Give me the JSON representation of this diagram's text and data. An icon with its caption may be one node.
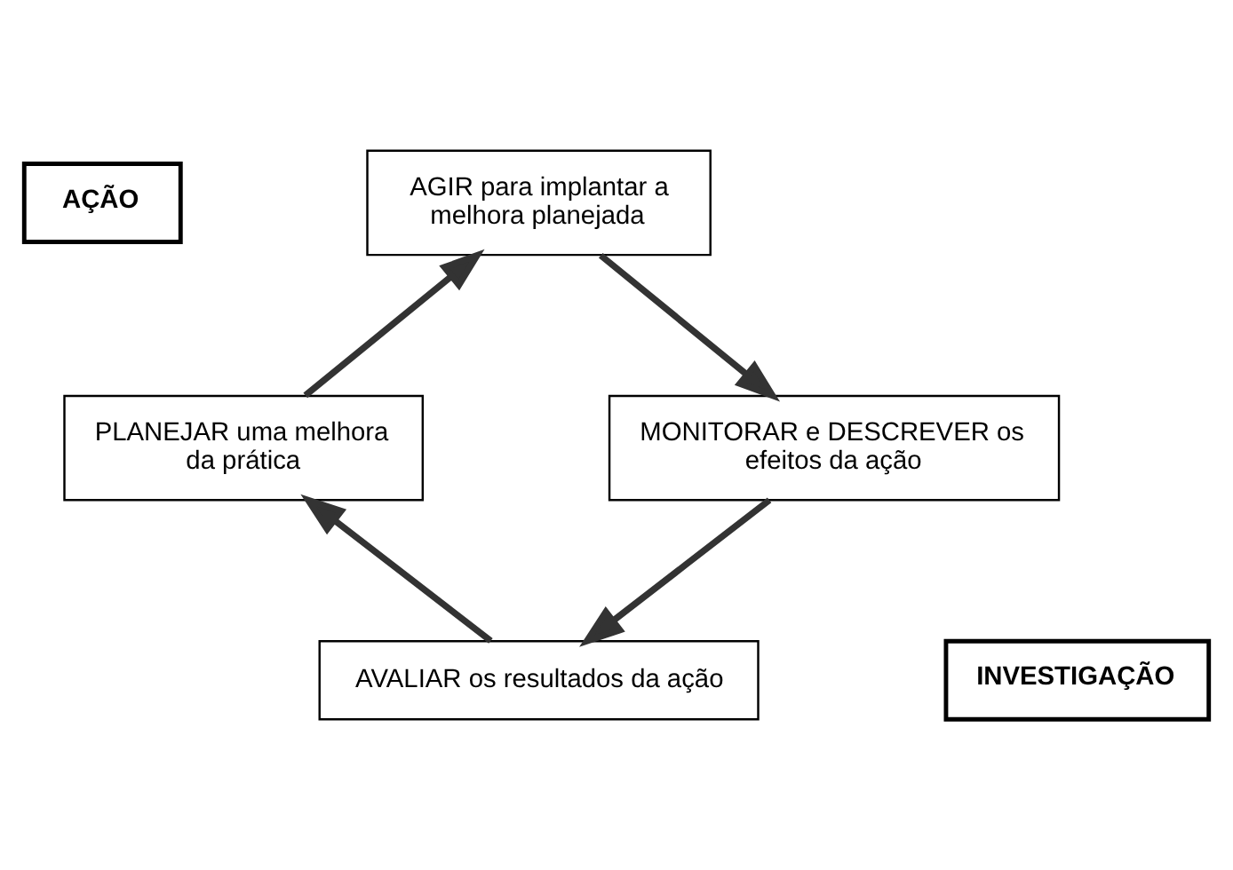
{
  "diagram": {
    "nodes": [
      {
        "text": [
          "AÇÃO"
        ]
      },
      {
        "text": [
          "AGIR para implantar a melhora planejada"
        ]
      },
      {
        "text": [
          "PLANEJAR uma melhora da prática"
        ]
      },
      {
        "text": [
          "MONITORAR e DESCREVER os efeitos da ação"
        ]
      },
      {
        "text": [
          "AVALIAR os resultados da ação"
        ]
      },
      {
        "text": [
          "INVESTIGAÇÃO"
        ]
      }
    ],
    "edges": [
      {
        "from": 1,
        "to": 3,
        "arrow": "to"
      },
      {
        "from": 3,
        "to": 4,
        "arrow": "to"
      },
      {
        "from": 4,
        "to": 2,
        "arrow": "to"
      },
      {
        "from": 2,
        "to": 1,
        "arrow": "to"
      }
    ]
  }
}
